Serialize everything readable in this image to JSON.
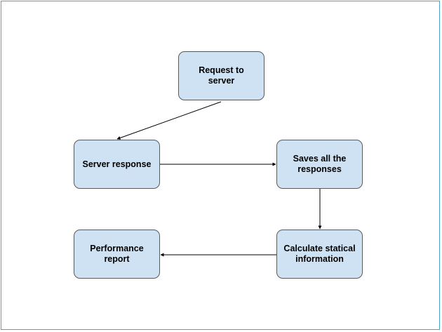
{
  "diagram": {
    "nodes": {
      "request": "Request to server",
      "response": "Server response",
      "saves": "Saves all the responses",
      "calc": "Calculate statical information",
      "report": "Performance report"
    },
    "edges": [
      {
        "from": "request",
        "to": "response"
      },
      {
        "from": "response",
        "to": "saves"
      },
      {
        "from": "saves",
        "to": "calc"
      },
      {
        "from": "calc",
        "to": "report"
      }
    ],
    "colors": {
      "node_fill": "#cfe2f3",
      "node_border": "#5a5a5a",
      "frame_border": "#4aa3c8",
      "arrow": "#000000"
    }
  }
}
